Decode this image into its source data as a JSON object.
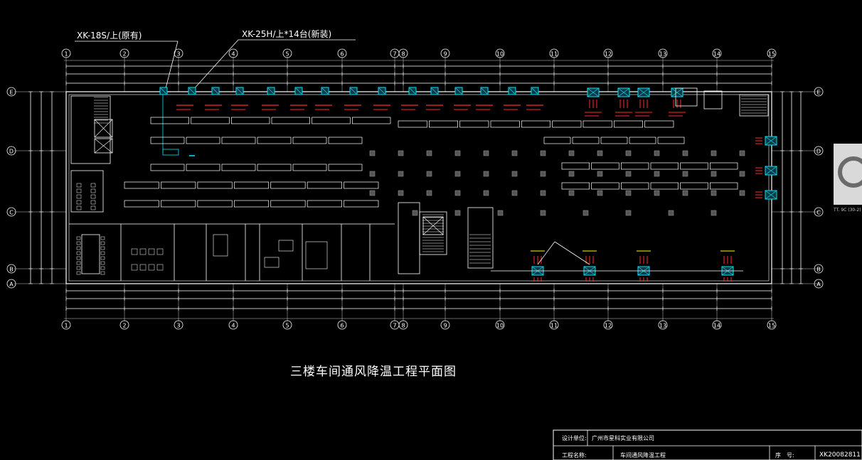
{
  "drawing": {
    "title": "三楼车间通风降温工程平面图",
    "callout_existing": "XK-18S/上(原有)",
    "callout_new": "XK-25H/上*14台(新装)",
    "axis_columns": [
      "1",
      "2",
      "3",
      "4",
      "5",
      "6",
      "7",
      "8",
      "9",
      "10",
      "11",
      "12",
      "13",
      "14",
      "15"
    ],
    "axis_rows": [
      "E",
      "D",
      "C",
      "B",
      "A"
    ],
    "side_note": "TT. 9C (30-2)"
  },
  "title_block": {
    "design_unit_label": "设计单位:",
    "design_unit_value": "广州市星科实业有限公司",
    "project_name_label": "工程名称:",
    "project_name_value": "车间通风降温工程",
    "sequence_label": "序　号:",
    "drawing_number": "XK20082811"
  },
  "colors": {
    "line": "#ffffff",
    "unit_cyan": "#00e5ff",
    "label_red": "#ff2a2a",
    "label_yellow": "#ffff00",
    "fixture_gray": "#8c8c8c"
  }
}
